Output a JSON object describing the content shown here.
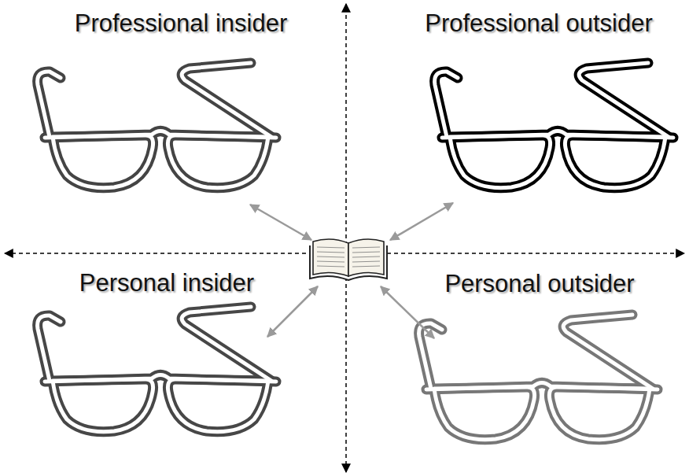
{
  "diagram": {
    "labels": [
      "Professional insider",
      "Professional outsider",
      "Personal insider",
      "Personal outsider"
    ]
  }
}
